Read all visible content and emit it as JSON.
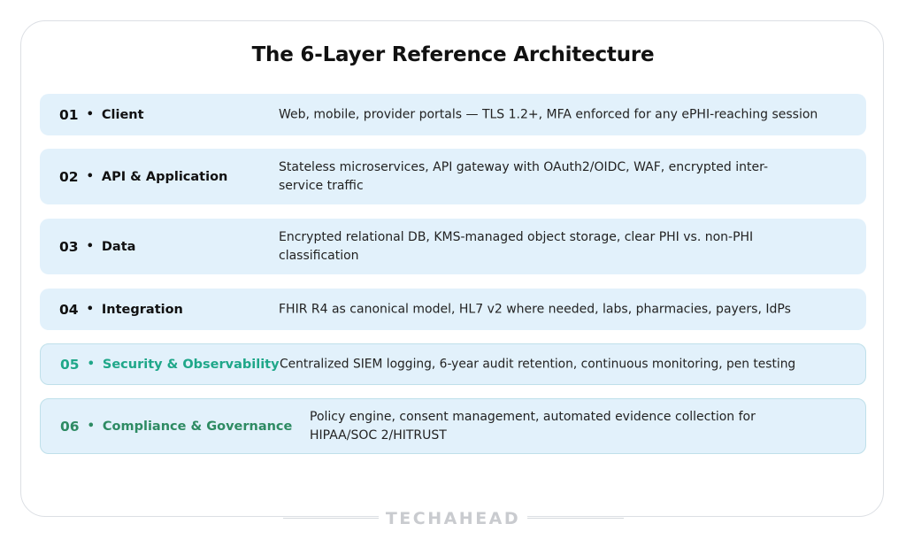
{
  "title": "The 6-Layer Reference Architecture",
  "layers": [
    {
      "num": "01",
      "name": "Client",
      "desc": "Web, mobile, provider portals — TLS 1.2+, MFA enforced for any ePHI-reaching session"
    },
    {
      "num": "02",
      "name": "API & Application",
      "desc": "Stateless microservices, API gateway with OAuth2/OIDC, WAF, encrypted inter-service traffic"
    },
    {
      "num": "03",
      "name": "Data",
      "desc": "Encrypted relational DB, KMS-managed object storage, clear PHI vs. non-PHI classification"
    },
    {
      "num": "04",
      "name": "Integration",
      "desc": "FHIR R4 as canonical model, HL7 v2 where needed, labs, pharmacies, payers, IdPs"
    },
    {
      "num": "05",
      "name": "Security & Observability",
      "desc": "Centralized SIEM logging, 6-year audit retention, continuous monitoring, pen testing"
    },
    {
      "num": "06",
      "name": "Compliance & Governance",
      "desc": "Policy engine, consent management, automated evidence collection for HIPAA/SOC 2/HITRUST"
    }
  ],
  "separator": "•",
  "brand": "TECHAHEAD",
  "colors": {
    "layer_bg": "#e2f1fb",
    "accent_teal": "#1fa789",
    "accent_green": "#2e8b63"
  }
}
